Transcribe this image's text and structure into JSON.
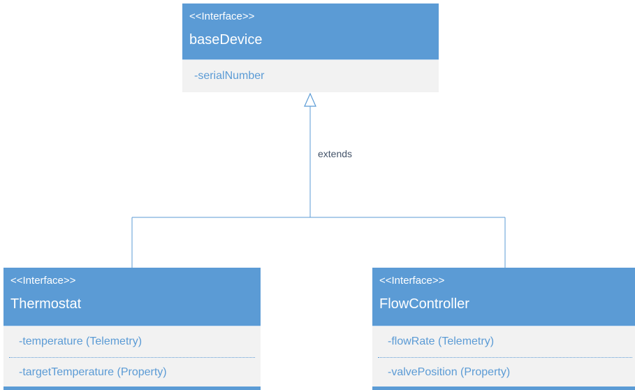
{
  "diagram": {
    "type": "uml-interface-diagram",
    "background_color": "#FFFFFF",
    "colors": {
      "header_blue": "#5B9BD5",
      "body_gray": "#F2F2F2",
      "attribute_text": "#5B9BD5",
      "connector_line": "#5B9BD5",
      "extends_label": "#44546A"
    },
    "relationship": {
      "label": "extends",
      "type": "inheritance-hollow-triangle"
    },
    "nodes": {
      "base_device": {
        "stereotype": "<<Interface>>",
        "title": "baseDevice",
        "attributes": [
          "-serialNumber"
        ]
      },
      "thermostat": {
        "stereotype": "<<Interface>>",
        "title": "Thermostat",
        "attributes": [
          "-temperature (Telemetry)",
          "-targetTemperature (Property)"
        ]
      },
      "flow_controller": {
        "stereotype": "<<Interface>>",
        "title": "FlowController",
        "attributes": [
          "-flowRate (Telemetry)",
          "-valvePosition (Property)"
        ]
      }
    }
  }
}
